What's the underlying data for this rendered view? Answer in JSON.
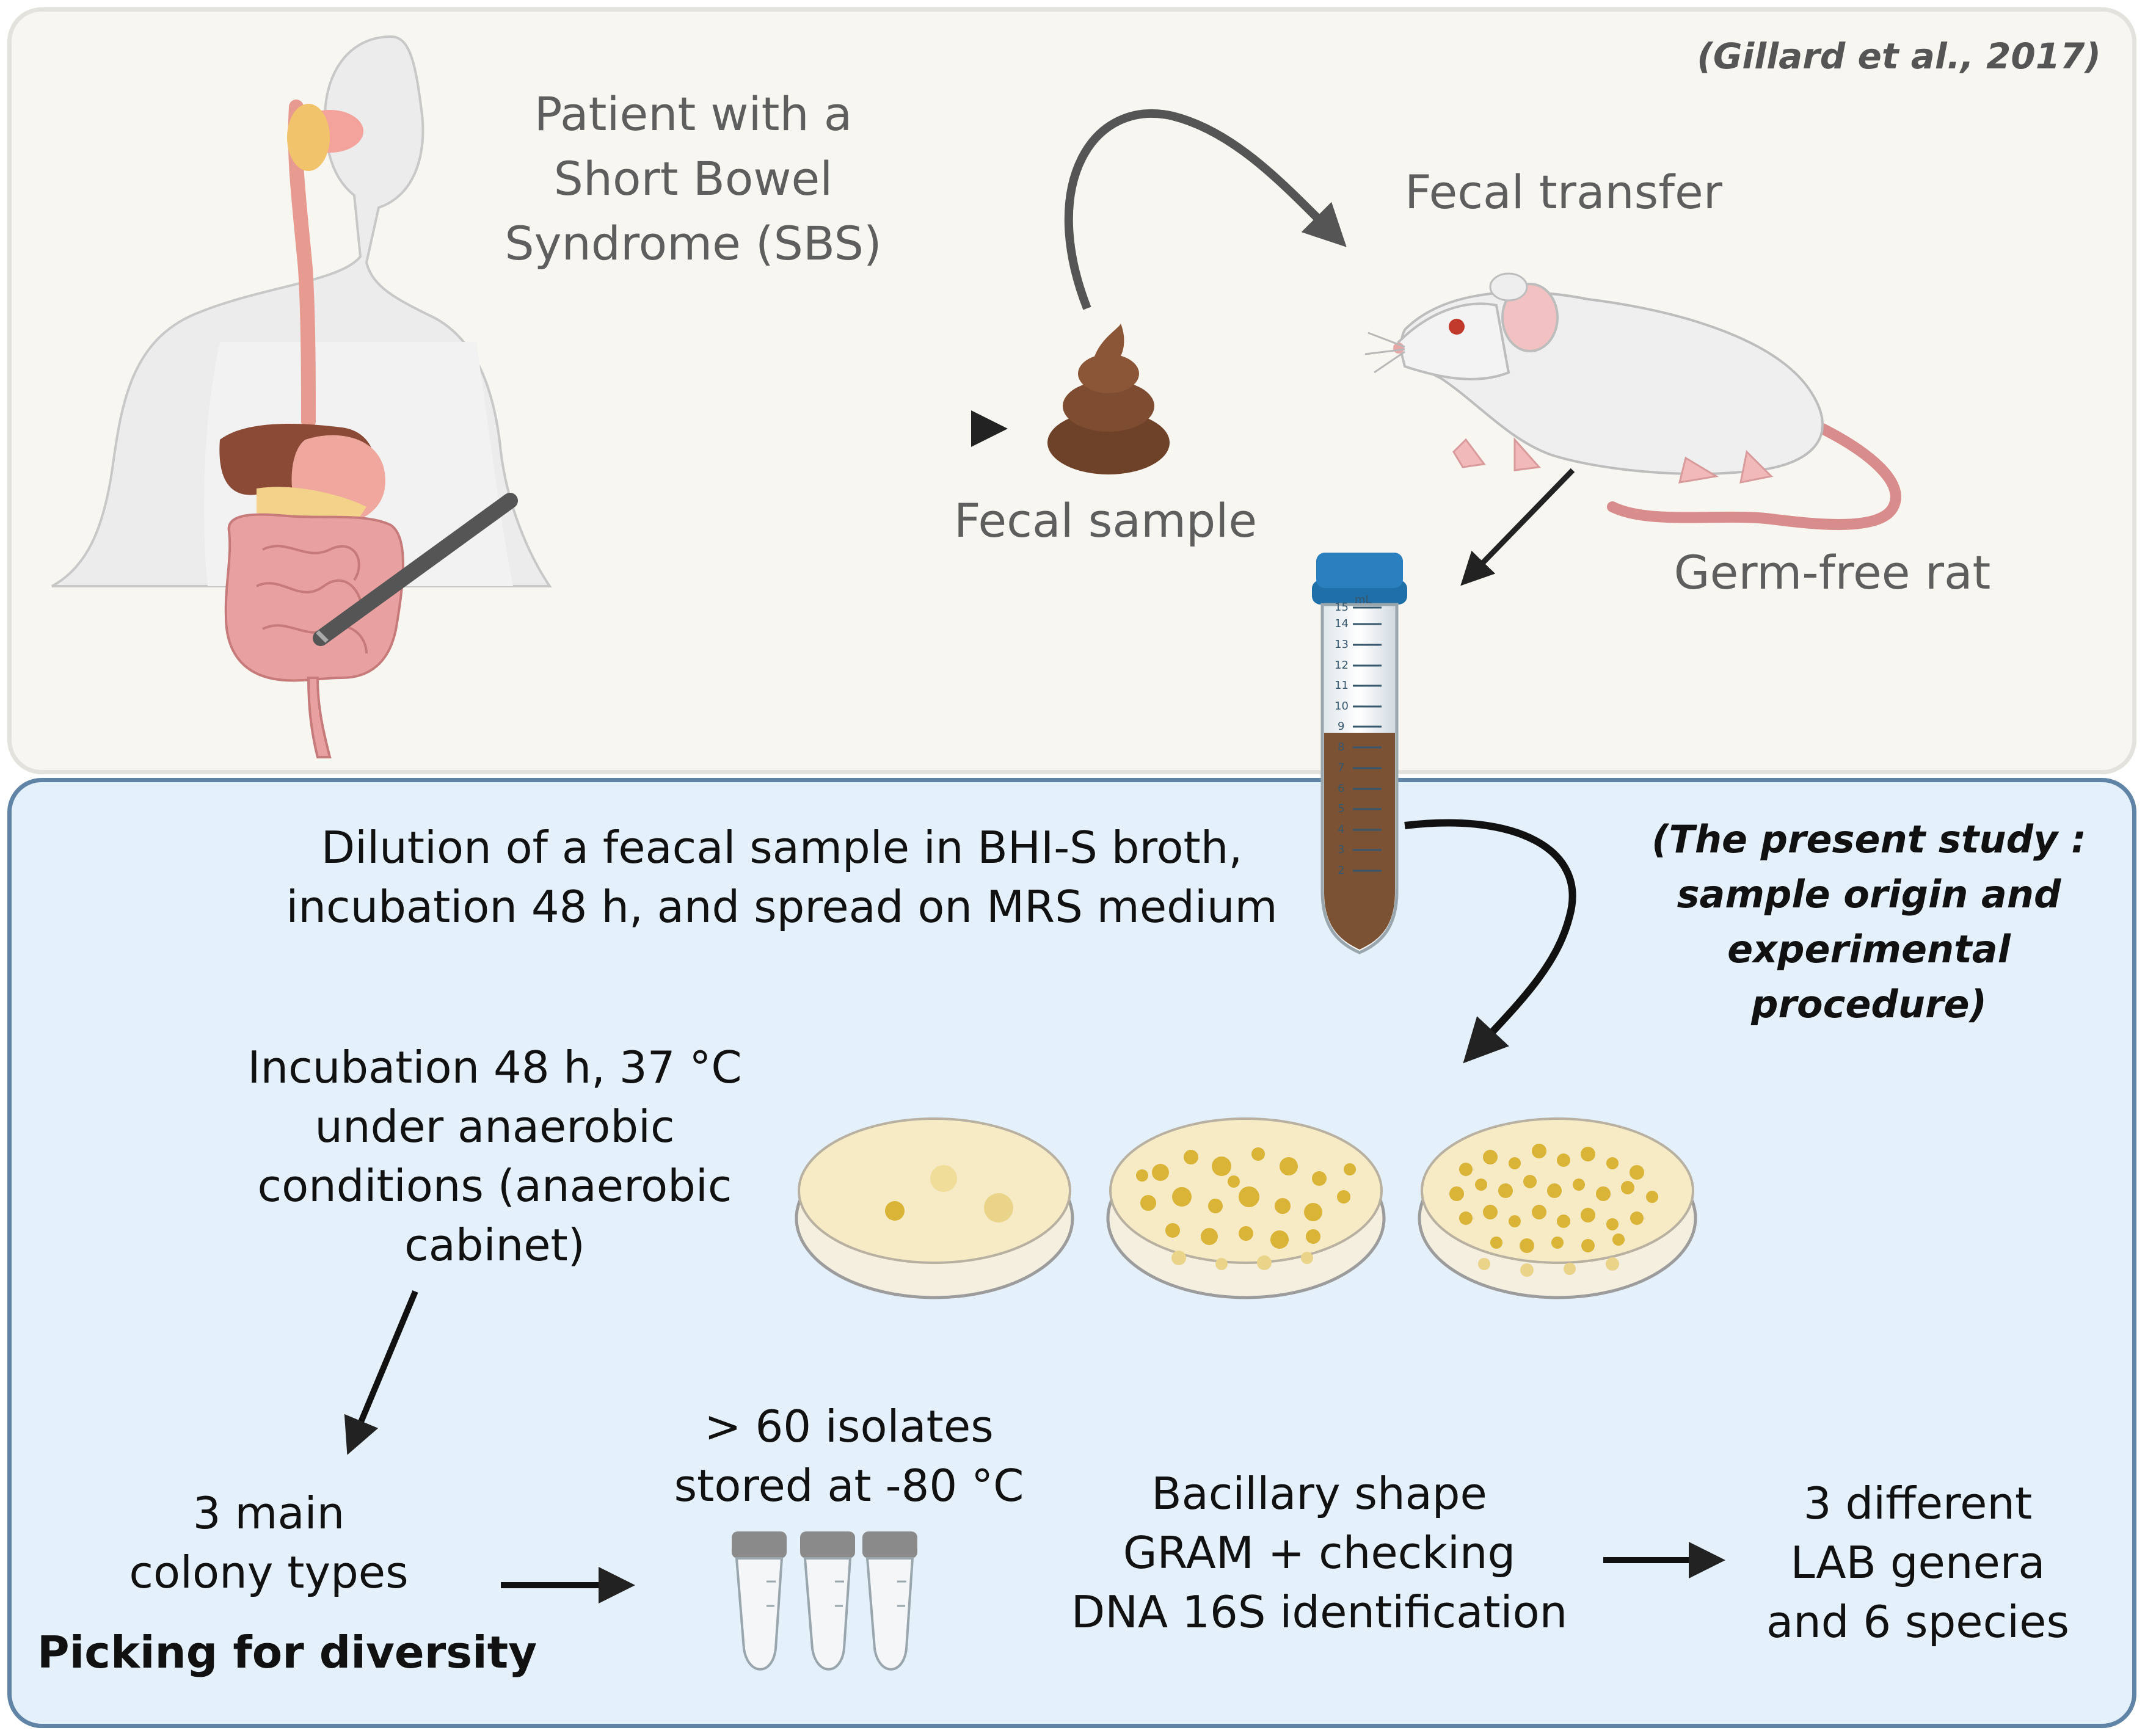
{
  "top_panel": {
    "citation": "(Gillard et al., 2017)",
    "patient_label": "Patient with a\nShort Bowel\nSyndrome (SBS)",
    "fecal_sample_label": "Fecal sample",
    "fecal_transfer_label": "Fecal transfer",
    "germ_free_rat_label": "Germ-free rat"
  },
  "tube": {
    "unit": "mL",
    "ticks": [
      "15",
      "14",
      "13",
      "12",
      "11",
      "10",
      "9",
      "8",
      "7",
      "6",
      "5",
      "4",
      "3",
      "2"
    ]
  },
  "bottom_panel": {
    "study_note": "(The present study :\nsample origin and\nexperimental procedure)",
    "dilution_text": "Dilution of a feacal sample in BHI-S broth,\nincubation 48 h, and spread on MRS medium",
    "incubation_text": "Incubation 48 h, 37 °C\nunder anaerobic\nconditions (anaerobic\ncabinet)",
    "colony_types_text": "3 main\ncolony types",
    "picking_text": "Picking for diversity",
    "isolates_text": "> 60 isolates\nstored at -80 °C",
    "checks_text": "Bacillary shape\nGRAM + checking\nDNA 16S identification",
    "result_text": "3 different\nLAB genera\nand 6 species"
  },
  "colors": {
    "top_panel_bg": "#f8f6f0",
    "bottom_panel_bg": "#e4f0fa",
    "bottom_panel_border": "#5f84a6",
    "feces": "#7a4a32",
    "tube_cap": "#1f6fa8",
    "tube_content": "#7b5233",
    "agar": "#f7ebc6",
    "colony": "#d9b437"
  }
}
